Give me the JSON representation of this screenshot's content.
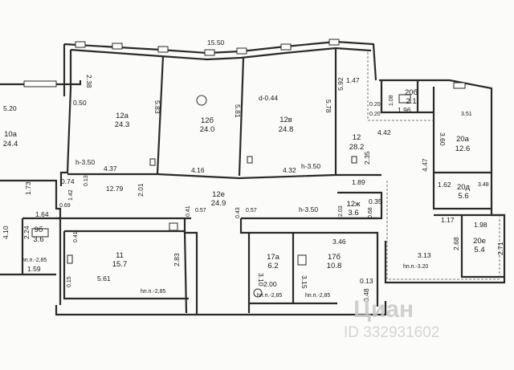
{
  "plan": {
    "top_width": "15.50",
    "rooms": [
      {
        "id": "room-10a",
        "label": "10а",
        "area": "24.4"
      },
      {
        "id": "room-12a",
        "label": "12а",
        "area": "24.3"
      },
      {
        "id": "room-12b",
        "label": "12б",
        "area": "24.0"
      },
      {
        "id": "room-12v",
        "label": "12в",
        "area": "24.8"
      },
      {
        "id": "room-12",
        "label": "12",
        "area": "28.2"
      },
      {
        "id": "room-12e",
        "label": "12е",
        "area": "24.9"
      },
      {
        "id": "room-12zh",
        "label": "12ж",
        "area": "3.6"
      },
      {
        "id": "room-20b",
        "label": "20б",
        "area": "2.1"
      },
      {
        "id": "room-20a",
        "label": "20а",
        "area": "12.6"
      },
      {
        "id": "room-20d",
        "label": "20д",
        "area": "5.6"
      },
      {
        "id": "room-20e",
        "label": "20е",
        "area": "5.4"
      },
      {
        "id": "room-9b",
        "label": "9б",
        "area": "3.6"
      },
      {
        "id": "room-11",
        "label": "11",
        "area": "15.7"
      },
      {
        "id": "room-17a",
        "label": "17а",
        "area": "6.2"
      },
      {
        "id": "room-17b",
        "label": "17б",
        "area": "10.8"
      }
    ],
    "dims": {
      "d_520": "5.20",
      "d_238": "2.38",
      "d_050": "0.50",
      "d_583": "5.83",
      "d_581": "5.81",
      "d_578": "5.78",
      "d_592": "5.92",
      "d_147": "1.47",
      "d_108": "1.08",
      "d_196": "1.96",
      "d_442": "4.42",
      "d_360": "3.60",
      "d_351": "3.51",
      "d_447": "4.47",
      "d_235": "2.35",
      "d_437": "4.37",
      "d_416": "4.16",
      "d_432": "4.32",
      "d_189": "1.89",
      "d_074": "0.74",
      "d_013": "0.13",
      "d_1279": "12.79",
      "d_201": "2.01",
      "d_142": "1.42",
      "d_173": "1.73",
      "d_164": "1.64",
      "d_410": "4.10",
      "d_224": "2.24",
      "d_159": "1.59",
      "d_069": "0.69",
      "d_041": "0.41",
      "d_041b": "0.41",
      "d_057": "0.57",
      "d_057b": "0.57",
      "d_043": "0.43",
      "d_203": "2.03",
      "d_068": "0.68",
      "d_035": "0.35",
      "d_162": "1.62",
      "d_348": "3.48",
      "d_117": "1.17",
      "d_198": "1.98",
      "d_313": "3.13",
      "d_268": "2.68",
      "d_271": "2.71",
      "d_283": "2.83",
      "d_561": "5.61",
      "d_346": "3.46",
      "d_310": "3.10",
      "d_315": "3.15",
      "d_200": "2.00",
      "d_013b": "0.13",
      "d_048": "0.48",
      "d_015": "0.15",
      "d_020": "0.20",
      "d_020b": "0.20"
    },
    "heights": {
      "h_b350_a": "h-3.50",
      "h_b350_b": "h-3.50",
      "h_b350_c": "h-3.50",
      "h_d044": "d-0.44",
      "hnp_285_a": "hп.п.-2,85",
      "hnp_285_b": "hп.п.-2,85",
      "hnp_285_c": "hп.п.-2,85",
      "hnp_285_d": "hп.п.-2,85",
      "hnp_320": "hп.п.-3.20"
    }
  },
  "watermark": {
    "brand": "Циан",
    "id": "ID 332931602"
  }
}
